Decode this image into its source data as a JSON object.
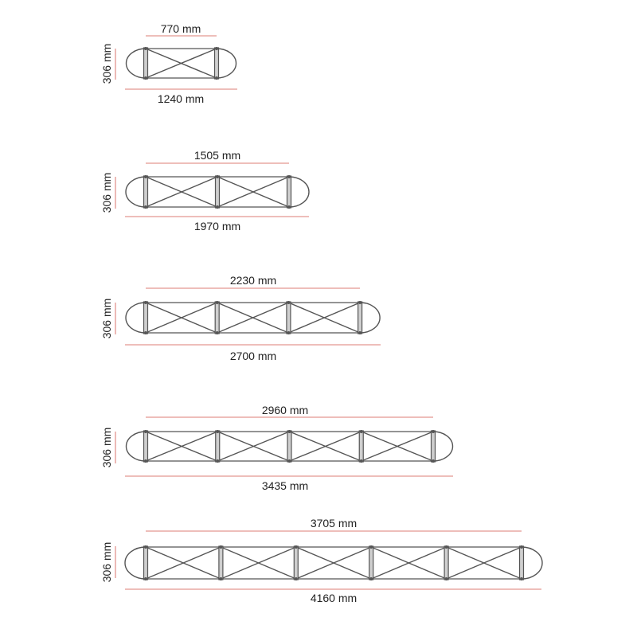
{
  "colors": {
    "background": "#ffffff",
    "frame": "#555555",
    "dimension_line": "#e8a8a4",
    "text": "#222222"
  },
  "frames": [
    {
      "modules": 1,
      "top_label": "770 mm",
      "bottom_label": "1240 mm",
      "height_label": "306 mm"
    },
    {
      "modules": 2,
      "top_label": "1505 mm",
      "bottom_label": "1970 mm",
      "height_label": "306 mm"
    },
    {
      "modules": 3,
      "top_label": "2230 mm",
      "bottom_label": "2700 mm",
      "height_label": "306 mm"
    },
    {
      "modules": 4,
      "top_label": "2960 mm",
      "bottom_label": "3435 mm",
      "height_label": "306 mm"
    },
    {
      "modules": 5,
      "top_label": "3705 mm",
      "bottom_label": "4160 mm",
      "height_label": "306 mm"
    }
  ]
}
